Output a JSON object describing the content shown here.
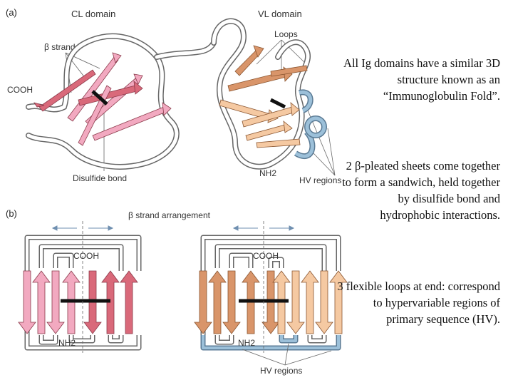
{
  "panel_a": {
    "tag": "(a)",
    "cl_domain": "CL domain",
    "vl_domain": "VL domain",
    "loops": "Loops",
    "beta_strands": "β strands",
    "cooh": "COOH",
    "disulfide_bond": "Disulfide bond",
    "nh2": "NH2",
    "hv_regions": "HV regions"
  },
  "panel_b": {
    "tag": "(b)",
    "title": "β strand arrangement",
    "left": {
      "cooh": "COOH",
      "nh2": "NH2"
    },
    "right": {
      "cooh": "COOH",
      "nh2": "NH2"
    },
    "hv_regions": "HV regions"
  },
  "notes": {
    "note1": "All Ig domains have a similar 3D structure known as an “Immunoglobulin Fold”.",
    "note2": "2 β-pleated sheets come together to form a sandwich, held together by disulfide bond and hydrophobic interactions.",
    "note3": "3 flexible loops at end: correspond to hypervariable regions of primary sequence (HV)."
  },
  "colors": {
    "pink_light": "#f2a9c0",
    "pink_dark": "#d9697a",
    "tan_light": "#f5c9a2",
    "tan_dark": "#d9956a",
    "hv_blue": "#9cc0d9",
    "loop": "#ffffff",
    "outline": "#555555"
  }
}
